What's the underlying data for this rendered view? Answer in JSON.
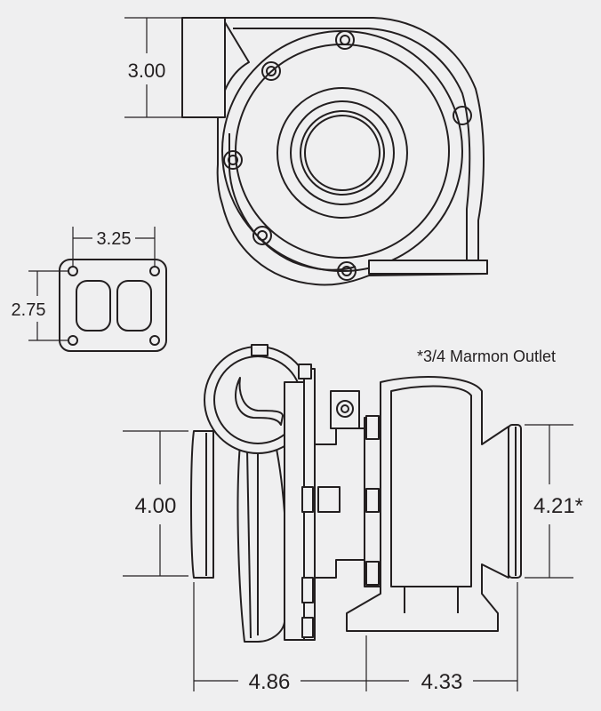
{
  "dimensions": {
    "compressor_inlet": "3.00",
    "flange_width": "3.25",
    "flange_height": "2.75",
    "compressor_outlet": "4.00",
    "turbine_outlet": "4.21*",
    "compressor_length": "4.86",
    "turbine_length": "4.33"
  },
  "note": "*3/4 Marmon Outlet",
  "colors": {
    "background": "#efeff0",
    "line": "#231f20",
    "fill": "#efeff0"
  }
}
